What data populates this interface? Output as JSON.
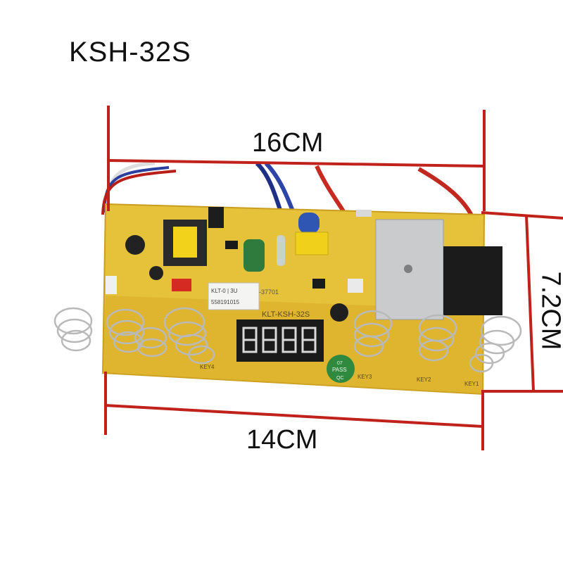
{
  "title": "KSH-32S",
  "dimensions": {
    "width_top": "16CM",
    "width_bottom": "14CM",
    "height_side": "7.2CM"
  },
  "board": {
    "model_label": "KLT-KSH-32S",
    "sticker_text": "KLT-0 | 3U",
    "sticker_code": "558191015",
    "part_code": "-37701",
    "pass_stamp": "PASS",
    "stamp_number": "07",
    "stamp_qc": "QC",
    "key_labels": [
      "KEY4",
      "KEY3",
      "KEY2",
      "KEY1"
    ],
    "display_digits": "8888"
  },
  "colors": {
    "dimension_lines": "#c0221b",
    "board": "#e6c13a",
    "display": "#1a1a1a",
    "display_segments": "#d9d9d9"
  }
}
